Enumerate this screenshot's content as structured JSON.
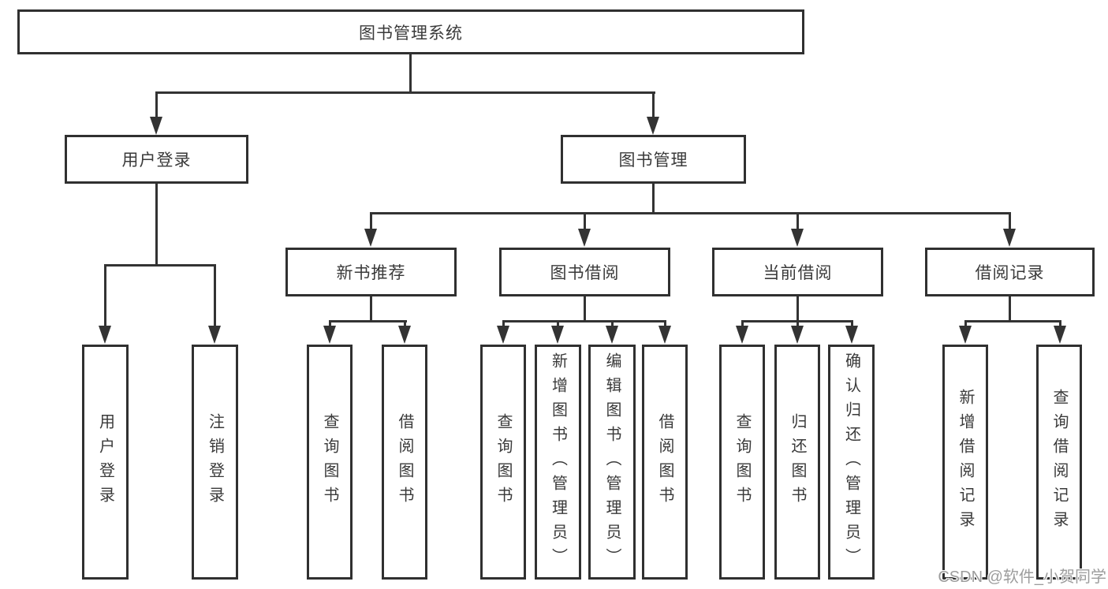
{
  "diagram": {
    "root": {
      "label": "图书管理系统"
    },
    "branches": [
      {
        "label": "用户登录",
        "children": [
          {
            "label": "用户登录"
          },
          {
            "label": "注销登录"
          }
        ]
      },
      {
        "label": "图书管理",
        "children": [
          {
            "label": "新书推荐",
            "children": [
              {
                "label": "查询图书"
              },
              {
                "label": "借阅图书"
              }
            ]
          },
          {
            "label": "图书借阅",
            "children": [
              {
                "label": "查询图书"
              },
              {
                "label": "新增图书（管理员）"
              },
              {
                "label": "编辑图书（管理员）"
              },
              {
                "label": "借阅图书"
              }
            ]
          },
          {
            "label": "当前借阅",
            "children": [
              {
                "label": "查询图书"
              },
              {
                "label": "归还图书"
              },
              {
                "label": "确认归还（管理员）"
              }
            ]
          },
          {
            "label": "借阅记录",
            "children": [
              {
                "label": "新增借阅记录"
              },
              {
                "label": "查询借阅记录"
              }
            ]
          }
        ]
      }
    ]
  },
  "watermark": {
    "text": "CSDN @软件_小贺同学"
  },
  "colors": {
    "line": "#333333",
    "border": "#303030",
    "text": "#3a3a3a",
    "background": "#ffffff",
    "watermark": "#9d9d9d"
  }
}
